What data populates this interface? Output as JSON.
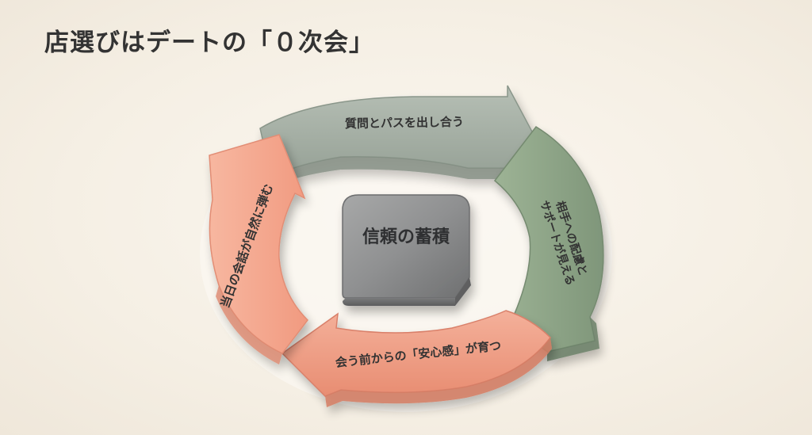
{
  "title": "店選びはデートの「０次会」",
  "center": {
    "label": "信頼の蓄積"
  },
  "steps": [
    {
      "label": "質問とパスを出し合う",
      "color": "#a5b0a5"
    },
    {
      "label_line1": "相手への配慮と",
      "label_line2": "サポートが見える",
      "color": "#8ea487"
    },
    {
      "label": "会う前からの「安心感」が育つ",
      "color": "#ef9e84"
    },
    {
      "label": "当日の会話が自然に弾む",
      "color": "#f4a389"
    }
  ]
}
